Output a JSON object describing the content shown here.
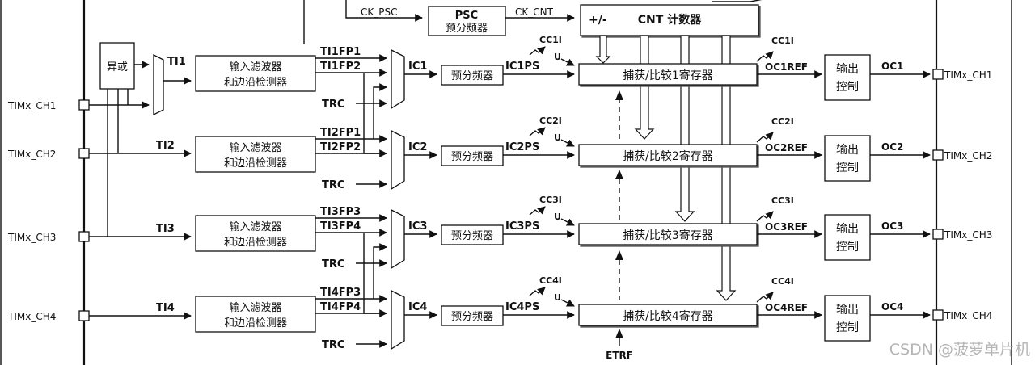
{
  "top": {
    "ck_psc": "CK_PSC",
    "ck_cnt": "CK_CNT",
    "psc_title": "PSC",
    "psc_sub": "预分频器",
    "cnt_dir": "+/-",
    "cnt_title": "CNT 计数器"
  },
  "xor_label": "异或",
  "filter_line1": "输入滤波器",
  "filter_line2": "和边沿检测器",
  "trc_label": "TRC",
  "prescaler_label": "预分频器",
  "u_label": "U",
  "output_line1": "输出",
  "output_line2": "控制",
  "etrf_label": "ETRF",
  "channels": [
    {
      "pin_in": "TIMx_CH1",
      "ti": "TI1",
      "fp_a": "TI1FP1",
      "fp_b": "TI1FP2",
      "ic": "IC1",
      "icps": "IC1PS",
      "cci": "CC1I",
      "cci_out": "CC1I",
      "reg": "捕获/比较1寄存器",
      "ocref": "OC1REF",
      "oc": "OC1",
      "pin_out": "TIMx_CH1"
    },
    {
      "pin_in": "TIMx_CH2",
      "ti": "TI2",
      "fp_a": "TI2FP1",
      "fp_b": "TI2FP2",
      "ic": "IC2",
      "icps": "IC2PS",
      "cci": "CC2I",
      "cci_out": "CC2I",
      "reg": "捕获/比较2寄存器",
      "ocref": "OC2REF",
      "oc": "OC2",
      "pin_out": "TIMx_CH2"
    },
    {
      "pin_in": "TIMx_CH3",
      "ti": "TI3",
      "fp_a": "TI3FP3",
      "fp_b": "TI3FP4",
      "ic": "IC3",
      "icps": "IC3PS",
      "cci": "CC3I",
      "cci_out": "CC3I",
      "reg": "捕获/比较3寄存器",
      "ocref": "OC3REF",
      "oc": "OC3",
      "pin_out": "TIMx_CH3"
    },
    {
      "pin_in": "TIMx_CH4",
      "ti": "TI4",
      "fp_a": "TI4FP3",
      "fp_b": "TI4FP4",
      "ic": "IC4",
      "icps": "IC4PS",
      "cci": "CC4I",
      "cci_out": "CC4I",
      "reg": "捕获/比较4寄存器",
      "ocref": "OC4REF",
      "oc": "OC4",
      "pin_out": "TIMx_CH4"
    }
  ],
  "watermark": "CSDN @菠萝单片机"
}
